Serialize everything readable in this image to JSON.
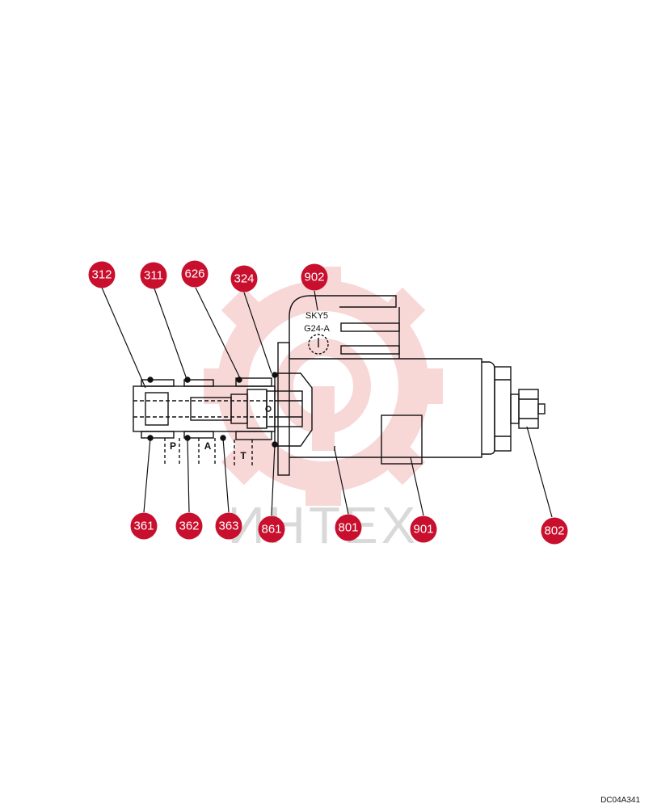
{
  "diagram": {
    "code": "DC04A341",
    "watermark": "ИНТЕХ",
    "body_marking_line1": "SKY5",
    "body_marking_line2": "G24-A",
    "ports": {
      "p": "P",
      "a": "A",
      "t": "T"
    },
    "callouts": {
      "c312": "312",
      "c311": "311",
      "c626": "626",
      "c324": "324",
      "c902": "902",
      "c361": "361",
      "c362": "362",
      "c363": "363",
      "c861": "861",
      "c801": "801",
      "c901": "901",
      "c802": "802"
    },
    "colors": {
      "callout_fill": "#c8102e",
      "callout_text": "#ffffff",
      "watermark_gear": "#f3b8b8",
      "line": "#111111"
    }
  }
}
